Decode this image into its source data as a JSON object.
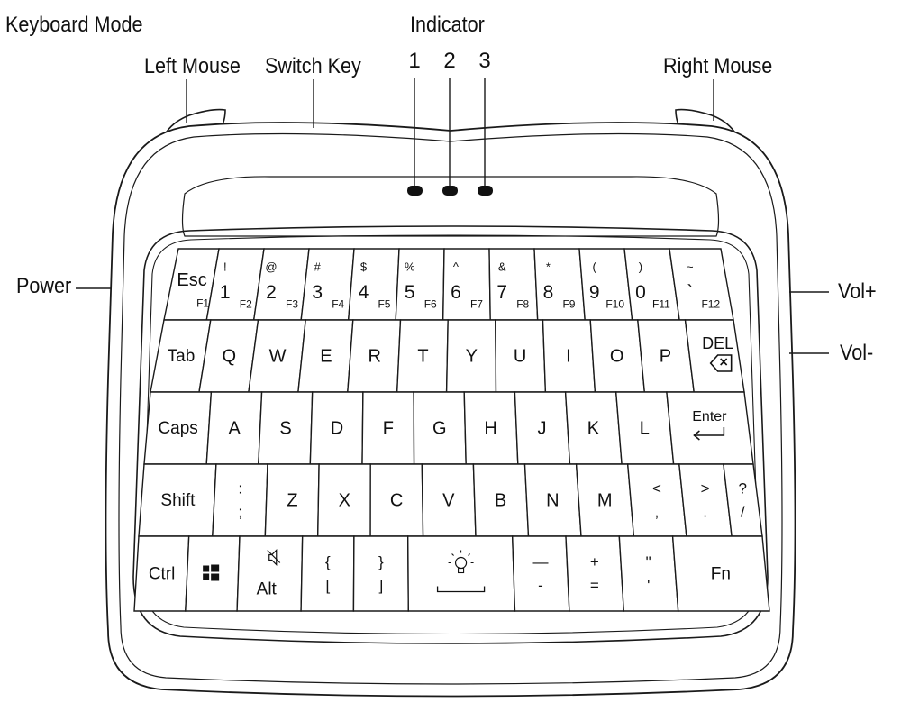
{
  "callouts": {
    "keyboard_mode": "Keyboard Mode",
    "indicator": "Indicator",
    "indicator_1": "1",
    "indicator_2": "2",
    "indicator_3": "3",
    "left_mouse": "Left Mouse",
    "switch_key": "Switch Key",
    "right_mouse": "Right Mouse",
    "power": "Power",
    "vol_plus": "Vol+",
    "vol_minus": "Vol-"
  },
  "rows": [
    [
      {
        "id": "esc",
        "main": "Esc",
        "sub": "F1"
      },
      {
        "id": "1",
        "top": "!",
        "main": "1",
        "sub": "F2"
      },
      {
        "id": "2",
        "top": "@",
        "main": "2",
        "sub": "F3"
      },
      {
        "id": "3",
        "top": "#",
        "main": "3",
        "sub": "F4"
      },
      {
        "id": "4",
        "top": "$",
        "main": "4",
        "sub": "F5"
      },
      {
        "id": "5",
        "top": "%",
        "main": "5",
        "sub": "F6"
      },
      {
        "id": "6",
        "top": "^",
        "main": "6",
        "sub": "F7"
      },
      {
        "id": "7",
        "top": "&",
        "main": "7",
        "sub": "F8"
      },
      {
        "id": "8",
        "top": "*",
        "main": "8",
        "sub": "F9"
      },
      {
        "id": "9",
        "top": "(",
        "main": "9",
        "sub": "F10"
      },
      {
        "id": "0",
        "top": ")",
        "main": "0",
        "sub": "F11"
      },
      {
        "id": "tilde",
        "top": "~",
        "main": "`",
        "sub": "F12"
      }
    ],
    [
      {
        "id": "tab",
        "main": "Tab"
      },
      {
        "id": "q",
        "main": "Q"
      },
      {
        "id": "w",
        "main": "W"
      },
      {
        "id": "e",
        "main": "E"
      },
      {
        "id": "r",
        "main": "R"
      },
      {
        "id": "t",
        "main": "T"
      },
      {
        "id": "y",
        "main": "Y"
      },
      {
        "id": "u",
        "main": "U"
      },
      {
        "id": "i",
        "main": "I"
      },
      {
        "id": "o",
        "main": "O"
      },
      {
        "id": "p",
        "main": "P"
      },
      {
        "id": "del",
        "main": "DEL",
        "icon": "backspace-icon"
      }
    ],
    [
      {
        "id": "caps",
        "main": "Caps"
      },
      {
        "id": "a",
        "main": "A"
      },
      {
        "id": "s",
        "main": "S"
      },
      {
        "id": "d",
        "main": "D"
      },
      {
        "id": "f",
        "main": "F"
      },
      {
        "id": "g",
        "main": "G"
      },
      {
        "id": "h",
        "main": "H"
      },
      {
        "id": "j",
        "main": "J"
      },
      {
        "id": "k",
        "main": "K"
      },
      {
        "id": "l",
        "main": "L"
      },
      {
        "id": "enter",
        "main": "Enter",
        "icon": "enter-arrow-icon"
      }
    ],
    [
      {
        "id": "shift",
        "main": "Shift"
      },
      {
        "id": "semicolon",
        "top": ":",
        "bottom": ";"
      },
      {
        "id": "z",
        "main": "Z"
      },
      {
        "id": "x",
        "main": "X"
      },
      {
        "id": "c",
        "main": "C"
      },
      {
        "id": "v",
        "main": "V"
      },
      {
        "id": "b",
        "main": "B"
      },
      {
        "id": "n",
        "main": "N"
      },
      {
        "id": "m",
        "main": "M"
      },
      {
        "id": "comma",
        "top": "<",
        "bottom": ","
      },
      {
        "id": "period",
        "top": ">",
        "bottom": "."
      },
      {
        "id": "slash",
        "top": "?",
        "bottom": "/"
      }
    ],
    [
      {
        "id": "ctrl",
        "main": "Ctrl"
      },
      {
        "id": "win",
        "icon": "windows-logo-icon"
      },
      {
        "id": "alt",
        "main": "Alt",
        "icon": "mute-speaker-icon"
      },
      {
        "id": "lbrace",
        "top": "{",
        "bottom": "["
      },
      {
        "id": "rbrace",
        "top": "}",
        "bottom": "]"
      },
      {
        "id": "space",
        "icon": "lightbulb-icon"
      },
      {
        "id": "minus",
        "top": "—",
        "bottom": "-"
      },
      {
        "id": "equals",
        "top": "+",
        "bottom": "="
      },
      {
        "id": "quote",
        "top": "\"",
        "bottom": "'"
      },
      {
        "id": "fn",
        "main": "Fn"
      }
    ]
  ]
}
